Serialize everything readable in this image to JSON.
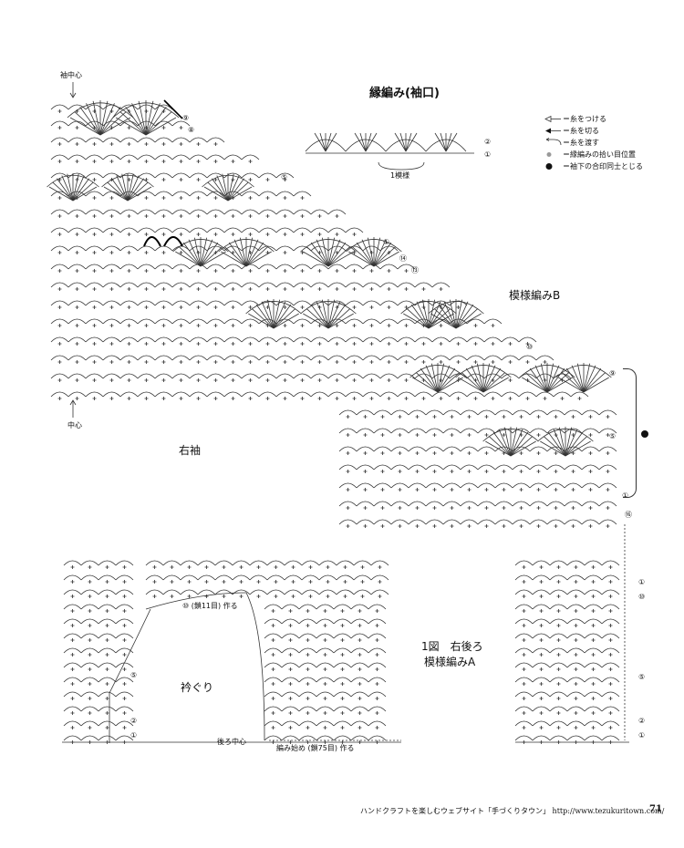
{
  "sleeve_center_top": "袖中心",
  "edge_title": "縁編み(袖口)",
  "one_repeat": "1模様",
  "center": "中心",
  "sleeve_label": "右袖",
  "pattern_b": "模様編みB",
  "fig_label": "1図　右後ろ",
  "pattern_a": "模様編みA",
  "neckline": "衿ぐり",
  "back_center": "後ろ中心",
  "chain_note": "⑩ (鎖11目) 作る",
  "start_note": "編み始め (鎖75目) 作る",
  "legend": [
    {
      "icon": "join-yarn-icon",
      "text": "＝糸をつける"
    },
    {
      "icon": "cut-yarn-icon",
      "text": "＝糸を切る"
    },
    {
      "icon": "pass-yarn-icon",
      "text": "＝糸を渡す"
    },
    {
      "icon": "pickup-dot-icon",
      "text": "＝縁編みの拾い目位置"
    },
    {
      "icon": "seam-dot-icon",
      "text": "＝袖下の合印同士とじる"
    }
  ],
  "row_markers": {
    "top9": "⑨",
    "top8": "⑧",
    "m5": "⑤",
    "m1": "①",
    "m14": "⑭",
    "m13": "⑬",
    "m10": "⑩",
    "r9": "⑨",
    "r5": "⑤",
    "r1": "①",
    "r16": "⑯",
    "e2": "②",
    "e1": "①",
    "b1": "①",
    "b10": "⑩",
    "b5": "⑤",
    "b2": "②",
    "b1b": "①",
    "l5": "⑤",
    "l2": "②",
    "l1": "①"
  },
  "footer_text": "ハンドクラフトを楽しむウェブサイト「手づくりタウン」 http://www.tezukuritown.com/",
  "page_number": "71"
}
